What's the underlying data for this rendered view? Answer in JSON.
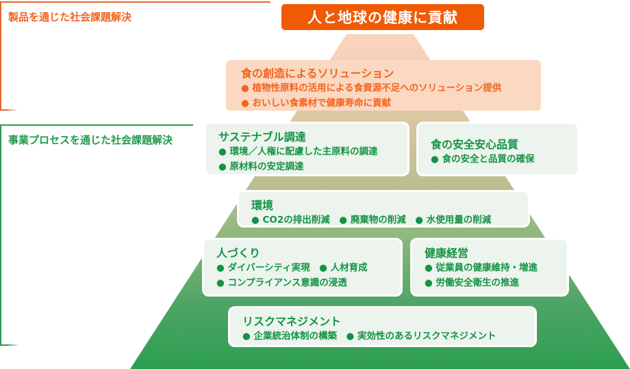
{
  "header": {
    "main_goal": "人と地球の健康に貢献"
  },
  "side_labels": {
    "products": "製品を通じた社会課題解決",
    "process": "事業プロセスを通じた社会課題解決"
  },
  "boxes": {
    "solution": {
      "title": "食の創造によるソリューション",
      "bullets": [
        "● 植物性原料の活用による食資源不足へのソリューション提供",
        "● おいしい食素材で健康寿命に貢献"
      ]
    },
    "procurement": {
      "title": "サステナブル調達",
      "bullets": [
        "● 環境／人権に配慮した主原料の調達",
        "● 原材料の安定調達"
      ]
    },
    "safety": {
      "title": "食の安全安心品質",
      "bullets": [
        "● 食の安全と品質の確保"
      ]
    },
    "environment": {
      "title": "環境",
      "bullets": [
        "● CO2の排出削減　● 廃棄物の削減　● 水使用量の削減"
      ]
    },
    "people": {
      "title": "人づくり",
      "bullets": [
        "● ダイバーシティ実現　● 人材育成",
        "● コンプライアンス意識の浸透"
      ]
    },
    "health": {
      "title": "健康経営",
      "bullets": [
        "● 従業員の健康維持・増進",
        "● 労働安全衛生の推進"
      ]
    },
    "risk": {
      "title": "リスクマネジメント",
      "bullets": [
        "● 企業統治体制の構築　● 実効性のあるリスクマネジメント"
      ]
    }
  },
  "colors": {
    "accent_orange": "#f15a05",
    "orange_text": "#f2641c",
    "peach_box_bg": "#fad8c2",
    "orange_bracket": "#e4682e",
    "green_text": "#149245",
    "green_box_bg": "#ecf4ed",
    "green_bracket": "#2a9a52",
    "pyramid_top": "#f8d5bd",
    "pyramid_tan": "#dcc8a4",
    "pyramid_bottom": "#2c9e50"
  }
}
